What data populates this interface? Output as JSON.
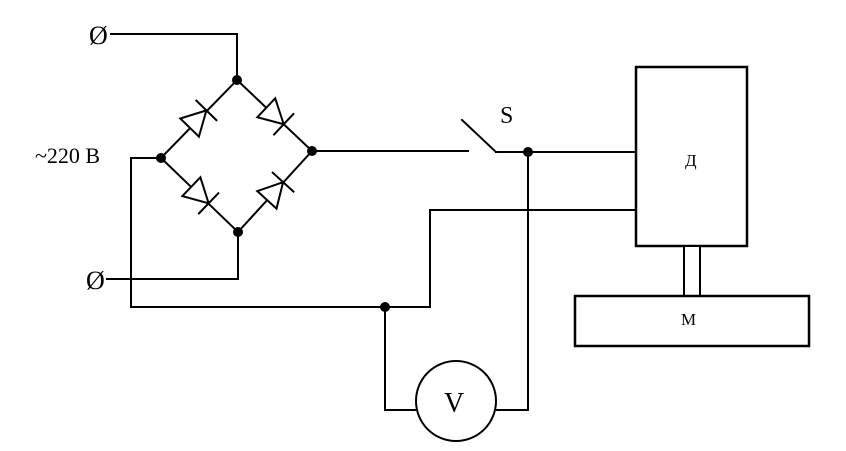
{
  "labels": {
    "supply": "~220 В",
    "switch": "S",
    "motor": "Д",
    "machine": "М",
    "voltmeter": "V",
    "terminal_top": "Ø",
    "terminal_bottom": "Ø"
  }
}
